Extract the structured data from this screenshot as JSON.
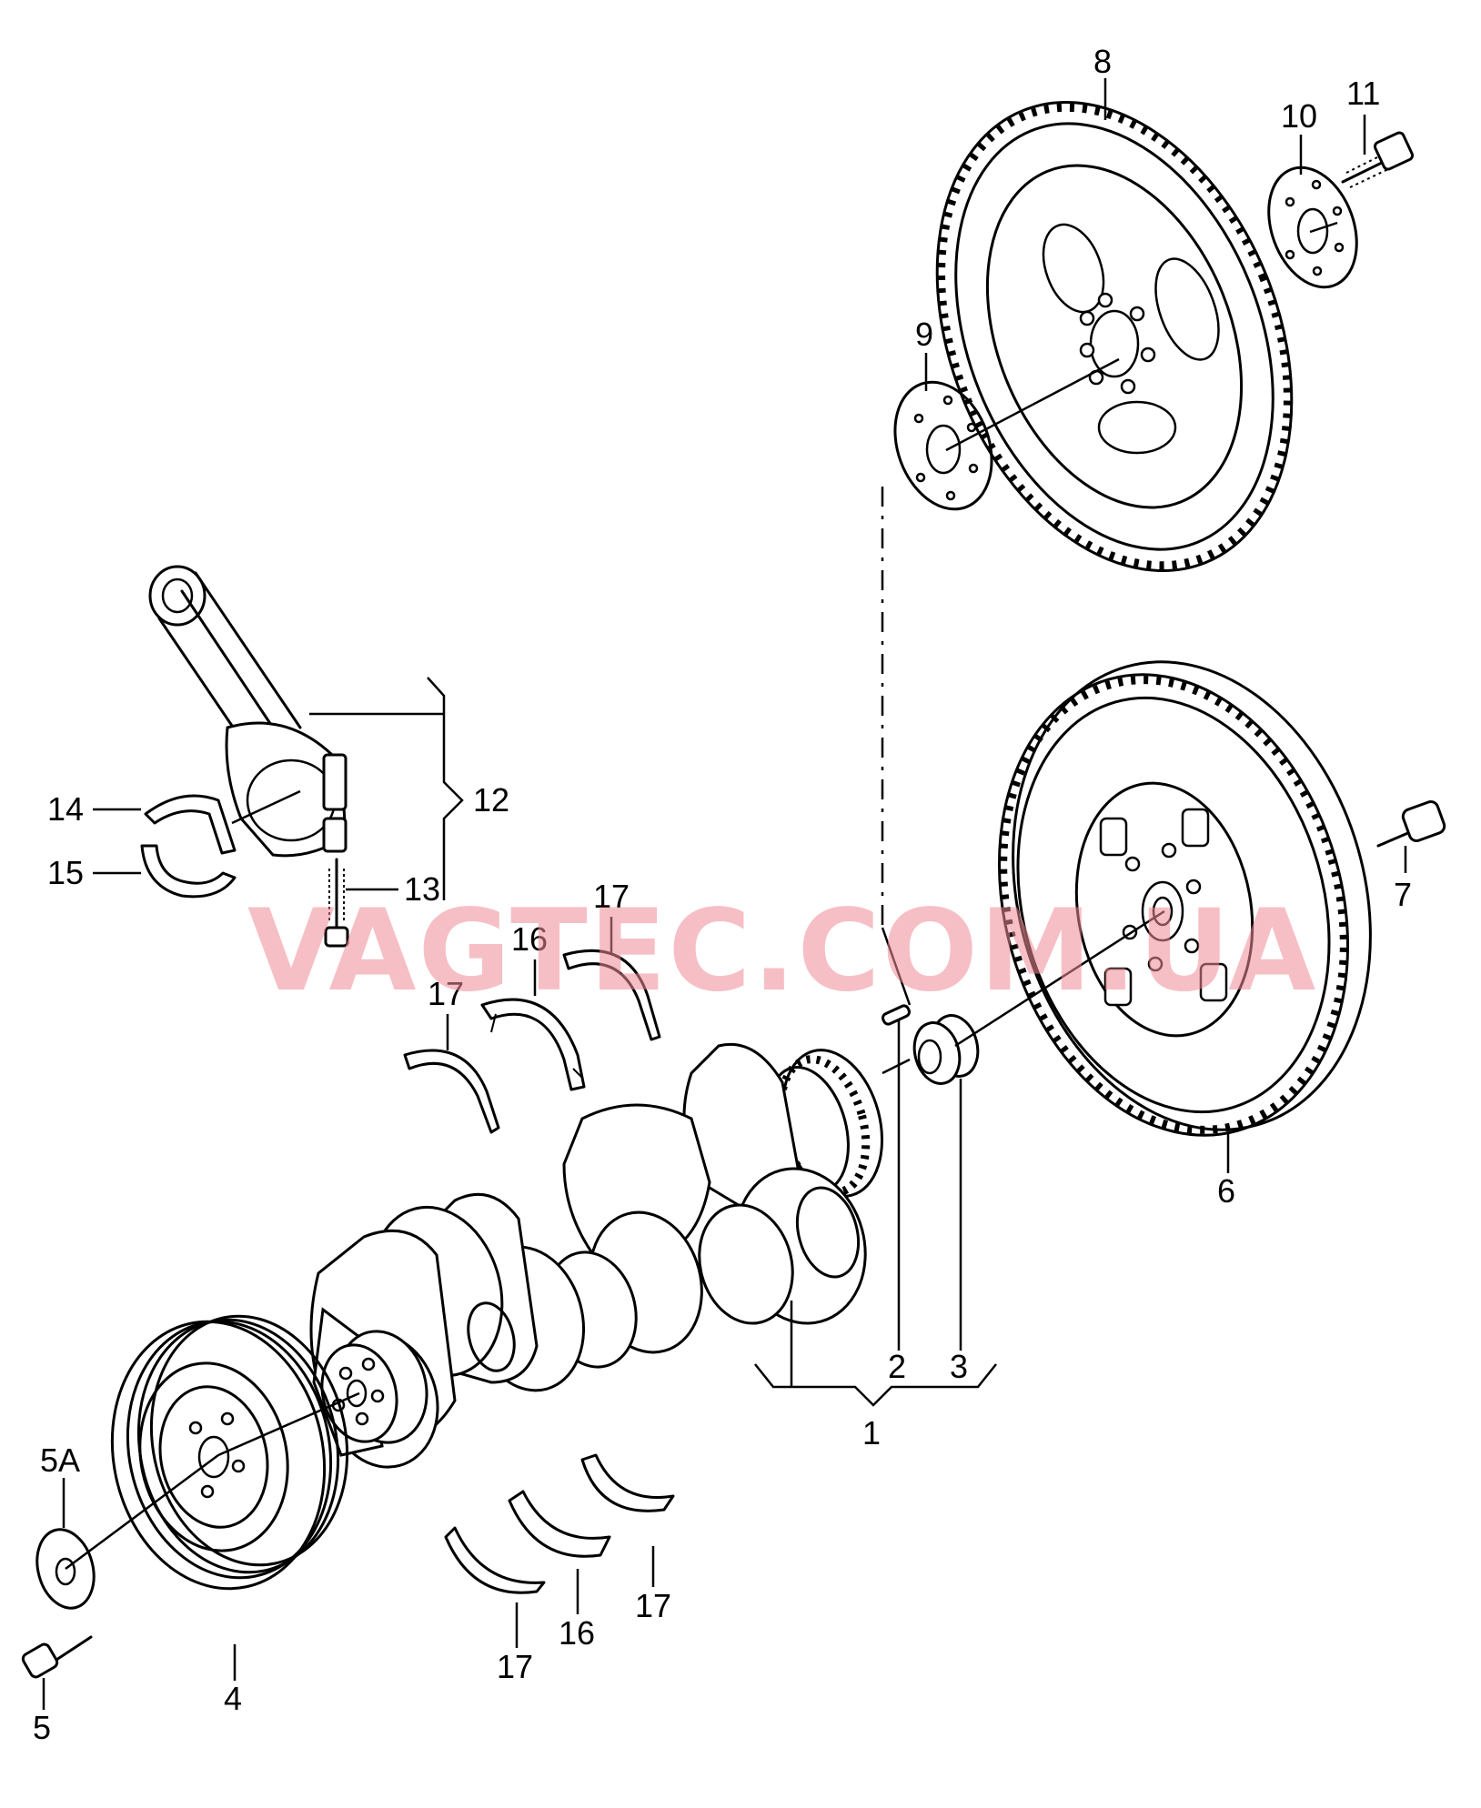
{
  "watermark": "VAGTEC.COM.UA",
  "callouts": {
    "c1": "1",
    "c2": "2",
    "c3": "3",
    "c4": "4",
    "c5": "5",
    "c5a": "5A",
    "c6": "6",
    "c7": "7",
    "c8": "8",
    "c9": "9",
    "c10": "10",
    "c11": "11",
    "c12": "12",
    "c13": "13",
    "c14": "14",
    "c15": "15",
    "c16a": "16",
    "c16b": "16",
    "c17a": "17",
    "c17b": "17",
    "c17c": "17",
    "c17d": "17"
  }
}
